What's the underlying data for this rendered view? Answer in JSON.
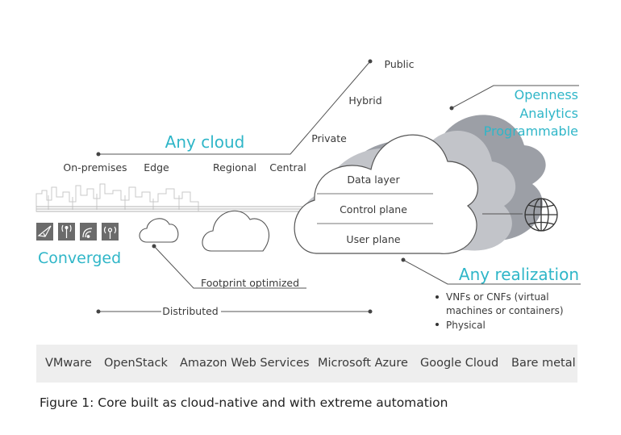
{
  "deployment": {
    "heading": "Any cloud",
    "locations": [
      "On-premises",
      "Edge",
      "Regional",
      "Central"
    ],
    "cloud_types": [
      "Private",
      "Hybrid",
      "Public"
    ]
  },
  "core_cloud": {
    "layers": [
      "Data layer",
      "Control plane",
      "User plane"
    ]
  },
  "attributes": [
    "Openness",
    "Analytics",
    "Programmable"
  ],
  "converged": {
    "heading": "Converged",
    "icons": [
      "paper-plane-icon",
      "cell-tower-icon",
      "wifi-icon",
      "broadcast-antenna-icon"
    ]
  },
  "footprint_label": "Footprint optimized",
  "distributed_label": "Distributed",
  "realization": {
    "heading": "Any realization",
    "bullet_1_line_1": "VNFs or CNFs (virtual",
    "bullet_1_line_2": "machines or containers)",
    "bullet_2": "Physical"
  },
  "providers": [
    "VMware",
    "OpenStack",
    "Amazon Web Services",
    "Microsoft Azure",
    "Google Cloud",
    "Bare metal"
  ],
  "caption": "Figure 1: Core built as cloud-native and with extreme automation",
  "colors": {
    "teal": "#2fb6c8",
    "cloud_dark": "#9c9fa6",
    "cloud_mid": "#c2c4c9",
    "line": "#555555"
  }
}
